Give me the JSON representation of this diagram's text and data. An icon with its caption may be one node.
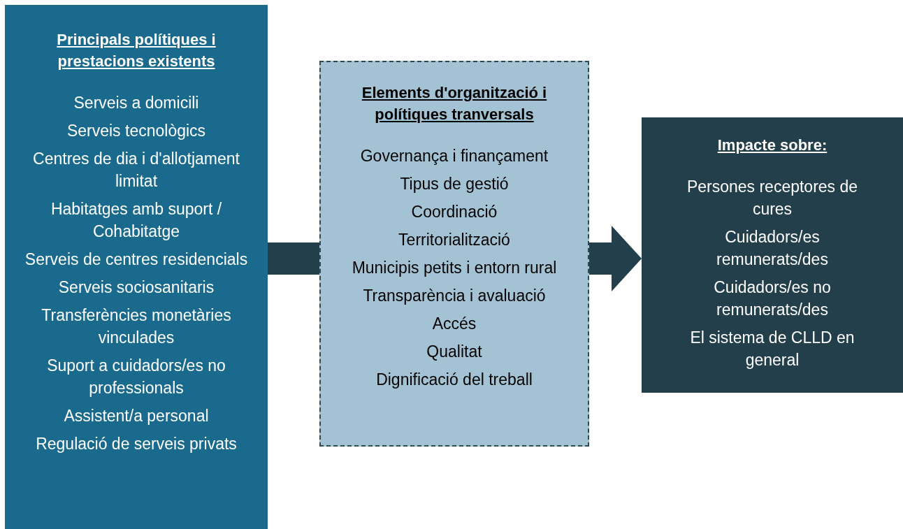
{
  "diagram": {
    "nodes": [
      {
        "text": [
          "Principals polítiques i prestacions existents",
          "Serveis a domicili",
          "Serveis tecnològics",
          "Centres de dia i d'allotjament limitat",
          "Habitatges amb suport / Cohabitatge",
          "Serveis de centres residencials",
          "Serveis sociosanitaris",
          "Transferències monetàries vinculades",
          "Suport a cuidadors/es no professionals",
          "Assistent/a personal",
          "Regulació de serveis privats"
        ]
      },
      {
        "text": [
          "Elements d'organització i polítiques tranversals",
          "Governança i finançament",
          "Tipus de gestió",
          "Coordinació",
          "Territorialització",
          "Municipis petits i entorn rural",
          "Transparència i avaluació",
          "Accés",
          "Qualitat",
          "Dignificació del treball"
        ]
      },
      {
        "text": [
          "Impacte sobre:",
          "Persones receptores de cures",
          "Cuidadors/es remunerats/des",
          "Cuidadors/es no remunerats/des",
          "El sistema de CLLD en general"
        ]
      }
    ],
    "edges": [
      {
        "from": 0,
        "to": 1,
        "arrow": "none"
      },
      {
        "from": 1,
        "to": 2,
        "arrow": "to"
      }
    ]
  }
}
